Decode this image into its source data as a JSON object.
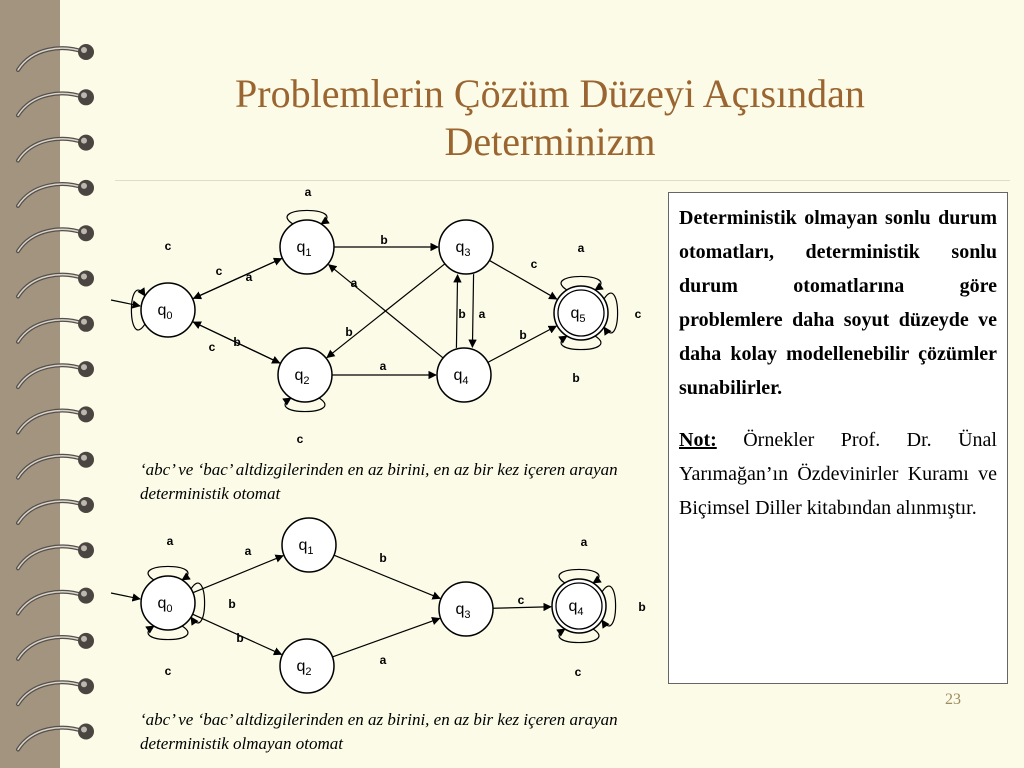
{
  "title": {
    "line1": "Problemlerin Çözüm Düzeyi Açısından",
    "line2": "Determinizm"
  },
  "colors": {
    "title": "#9a6530",
    "background": "#fafae6",
    "binder_strip": "#a39480",
    "page_number": "#a08a60"
  },
  "diagram_top": {
    "states": [
      {
        "id": "q0",
        "label": "q",
        "sub": "0",
        "accepting": false
      },
      {
        "id": "q1",
        "label": "q",
        "sub": "1",
        "accepting": false
      },
      {
        "id": "q2",
        "label": "q",
        "sub": "2",
        "accepting": false
      },
      {
        "id": "q3",
        "label": "q",
        "sub": "3",
        "accepting": false
      },
      {
        "id": "q4",
        "label": "q",
        "sub": "4",
        "accepting": false
      },
      {
        "id": "q5",
        "label": "q",
        "sub": "5",
        "accepting": true
      }
    ],
    "labels": [
      "a",
      "c",
      "c",
      "a",
      "b",
      "a",
      "b",
      "c",
      "b",
      "a",
      "c",
      "b",
      "a",
      "b",
      "a",
      "c",
      "b",
      "c"
    ],
    "caption": "‘abc’ ve ‘bac’ altdizgilerinden en az birini, en az bir kez içeren  arayan deterministik  otomat"
  },
  "diagram_bottom": {
    "states": [
      {
        "id": "q0",
        "label": "q",
        "sub": "0",
        "accepting": false
      },
      {
        "id": "q1",
        "label": "q",
        "sub": "1",
        "accepting": false
      },
      {
        "id": "q2",
        "label": "q",
        "sub": "2",
        "accepting": false
      },
      {
        "id": "q3",
        "label": "q",
        "sub": "3",
        "accepting": false
      },
      {
        "id": "q4",
        "label": "q",
        "sub": "4",
        "accepting": true
      }
    ],
    "labels": [
      "a",
      "a",
      "b",
      "b",
      "c",
      "b",
      "a",
      "c",
      "a",
      "b",
      "c"
    ],
    "caption": "‘abc’ ve ‘bac’ altdizgilerinden en az birini, en az bir kez içeren  arayan deterministik  olmayan otomat"
  },
  "sidebar": {
    "text": "Deterministik olmayan sonlu durum otomatları, deterministik sonlu durum otomatlarına göre problemlere daha soyut düzeyde ve daha kolay modellenebilir çözümler sunabilirler.",
    "note_label": "Not:",
    "note_text": " Örnekler Prof. Dr. Ünal Yarımağan’ın Özdevinirler Kuramı ve Biçimsel Diller kitabından alınmıştır."
  },
  "page_number": "23"
}
